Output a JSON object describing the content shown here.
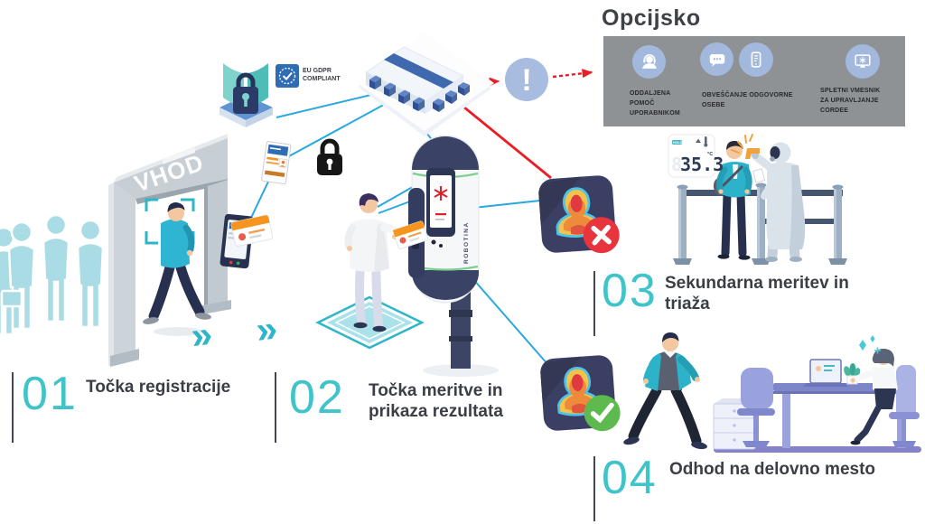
{
  "optional": {
    "title": "Opcijsko",
    "alert_symbol": "!",
    "items": [
      {
        "icon": "remote-support-icon",
        "label": "ODDALJENA\nPOMOČ\nUPORABNIKOM"
      },
      {
        "icon": "chat-phone-icons",
        "label": "OBVEŠČANJE ODGOVORNE\nOSEBE"
      },
      {
        "icon": "web-interface-icon",
        "label": "SPLETNI VMESNIK\nZA UPRAVLJANJE\nCORDEE"
      }
    ]
  },
  "steps": [
    {
      "number": "01",
      "label": "Točka registracije"
    },
    {
      "number": "02",
      "label": "Točka meritve in\nprikaza rezultata"
    },
    {
      "number": "03",
      "label": "Sekundarna meritev in\ntriaža"
    },
    {
      "number": "04",
      "label": "Odhod na delovno mesto"
    }
  ],
  "scene": {
    "gate_sign": "VHOD",
    "gdpr_line1": "EU GDPR",
    "gdpr_line2": "COMPLIANT",
    "device_brand": "ROBOTINA",
    "arrow_glyph": "»",
    "thermometer_display": {
      "hold": "HOLD",
      "ghost_digit": "8",
      "value": "35.3",
      "unit": "°C"
    }
  },
  "colors": {
    "teal": "#41c3ca",
    "cyan_line": "#29a8e0",
    "red": "#ec1c24",
    "dark_text": "#3b3e45",
    "panel_gray": "#8f9294",
    "icon_circle_blue": "#a2b8dc",
    "silhouette_teal": "#a9dce4",
    "accent_orange": "#f7941e"
  }
}
